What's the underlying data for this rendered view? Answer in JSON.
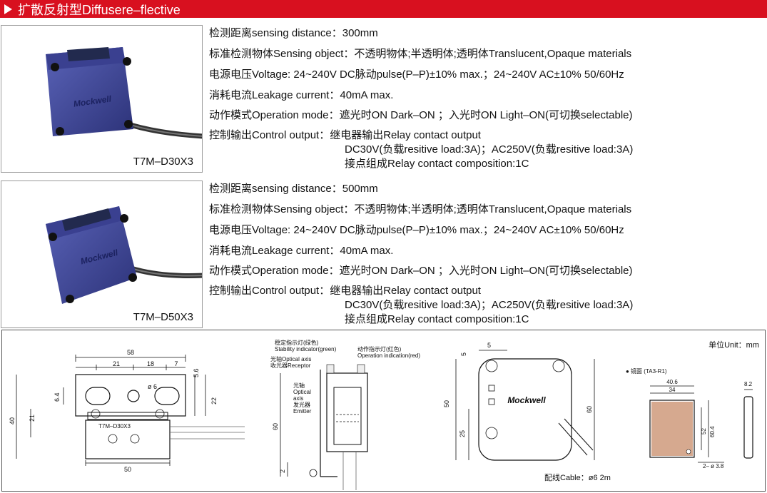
{
  "header": {
    "title": "扩散反射型Diffusere–flective"
  },
  "products": [
    {
      "model": "T7M–D30X3",
      "brand_mark": "Mockwell",
      "specs": {
        "sensing_distance": "检测距离sensing distance：300mm",
        "sensing_object": "标准检测物体Sensing object：不透明物体;半透明体;透明体Translucent,Opaque materials",
        "voltage": "电源电压Voltage: 24~240V DC脉动pulse(P–P)±10% max.；24~240V AC±10%  50/60Hz",
        "leakage": "消耗电流Leakage current：40mA max.",
        "operation_mode": "动作模式Operation mode：遮光时ON  Dark–ON ；入光时ON  Light–ON(可切换selectable)",
        "control_output": "控制输出Control output：继电器输出Relay contact output",
        "control_output_2": "DC30V(负载resitive load:3A)；AC250V(负载resitive load:3A)",
        "control_output_3": "接点组成Relay contact composition:1C"
      }
    },
    {
      "model": "T7M–D50X3",
      "brand_mark": "Mockwell",
      "specs": {
        "sensing_distance": "检测距离sensing distance：500mm",
        "sensing_object": "标准检测物体Sensing object：不透明物体;半透明体;透明体Translucent,Opaque materials",
        "voltage": "电源电压Voltage: 24~240V DC脉动pulse(P–P)±10% max.；24~240V AC±10%  50/60Hz",
        "leakage": "消耗电流Leakage current：40mA max.",
        "operation_mode": "动作模式Operation mode：遮光时ON  Dark–ON ；入光时ON  Light–ON(可切换selectable)",
        "control_output": "控制输出Control output：继电器输出Relay contact output",
        "control_output_2": "DC30V(负载resitive load:3A)；AC250V(负载resitive load:3A)",
        "control_output_3": "接点组成Relay contact composition:1C"
      }
    }
  ],
  "drawing": {
    "unit": "单位Unit：mm",
    "front": {
      "d58": "58",
      "d21": "21",
      "d18": "18",
      "d7": "7",
      "d56": "5.6",
      "dphi6": "ø 6",
      "d64": "6.4",
      "d22": "22",
      "d40": "40",
      "d21v": "21",
      "d50": "50",
      "label": "T7M–D30X3"
    },
    "side": {
      "stability": "稳定指示灯(绿色)",
      "stability_en": "Stability indicator(green)",
      "operation": "动作指示灯(红色)",
      "operation_en": "Operation indication(red)",
      "optical_axis_receptor": "光轴Optical axis",
      "receptor": "收光器Receptor",
      "optical_axis_cn": "光轴",
      "optical_axis_en1": "Optical",
      "optical_axis_en2": "axis",
      "emitter_cn": "发光器",
      "emitter_en": "Emitter",
      "d60": "60",
      "d2": "2"
    },
    "back": {
      "d5a": "5",
      "d5b": "5",
      "d50": "50",
      "d25": "25",
      "d60": "60",
      "brand": "Mockwell",
      "cable": "配线Cable：ø6 2m"
    },
    "reflector": {
      "title": "● 镜面 (TA3-R1)",
      "d406": "40.6",
      "d34": "34",
      "d52": "52",
      "d604": "60.4",
      "d82": "8.2",
      "hole": "2– ø 3.8"
    }
  }
}
